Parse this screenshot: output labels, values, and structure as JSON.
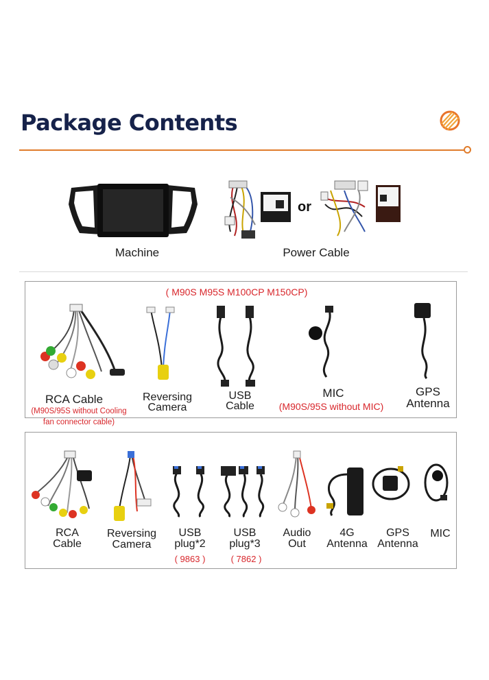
{
  "header": {
    "title": "Package Contents",
    "logo_icon": "orange-coil-logo-icon"
  },
  "colors": {
    "accent": "#e07b2a",
    "title": "#16224a",
    "note_red": "#d8262b"
  },
  "top_row": {
    "machine_label": "Machine",
    "power_cable_label": "Power Cable",
    "or_text": "or"
  },
  "box1": {
    "models_note": "( M90S M95S M100CP M150CP)",
    "rca": {
      "label": "RCA Cable",
      "note_line1": "(M90S/95S without Cooling",
      "note_line2": "fan connector cable)"
    },
    "reversing": {
      "line1": "Reversing",
      "line2": "Camera"
    },
    "usb": {
      "line1": "USB",
      "line2": "Cable"
    },
    "mic": {
      "label": "MIC",
      "note": "(M90S/95S without MIC)"
    },
    "gps": {
      "line1": "GPS",
      "line2": "Antenna"
    }
  },
  "box2": {
    "rca": {
      "line1": "RCA",
      "line2": "Cable"
    },
    "reversing": {
      "line1": "Reversing",
      "line2": "Camera"
    },
    "usb2": {
      "line1": "USB",
      "line2": "plug*2",
      "note": "( 9863 )"
    },
    "usb3": {
      "line1": "USB",
      "line2": "plug*3",
      "note": "( 7862 )"
    },
    "audio": {
      "line1": "Audio",
      "line2": "Out"
    },
    "ant4g": {
      "line1": "4G",
      "line2": "Antenna"
    },
    "gps": {
      "line1": "GPS",
      "line2": "Antenna"
    },
    "mic": {
      "label": "MIC"
    }
  }
}
